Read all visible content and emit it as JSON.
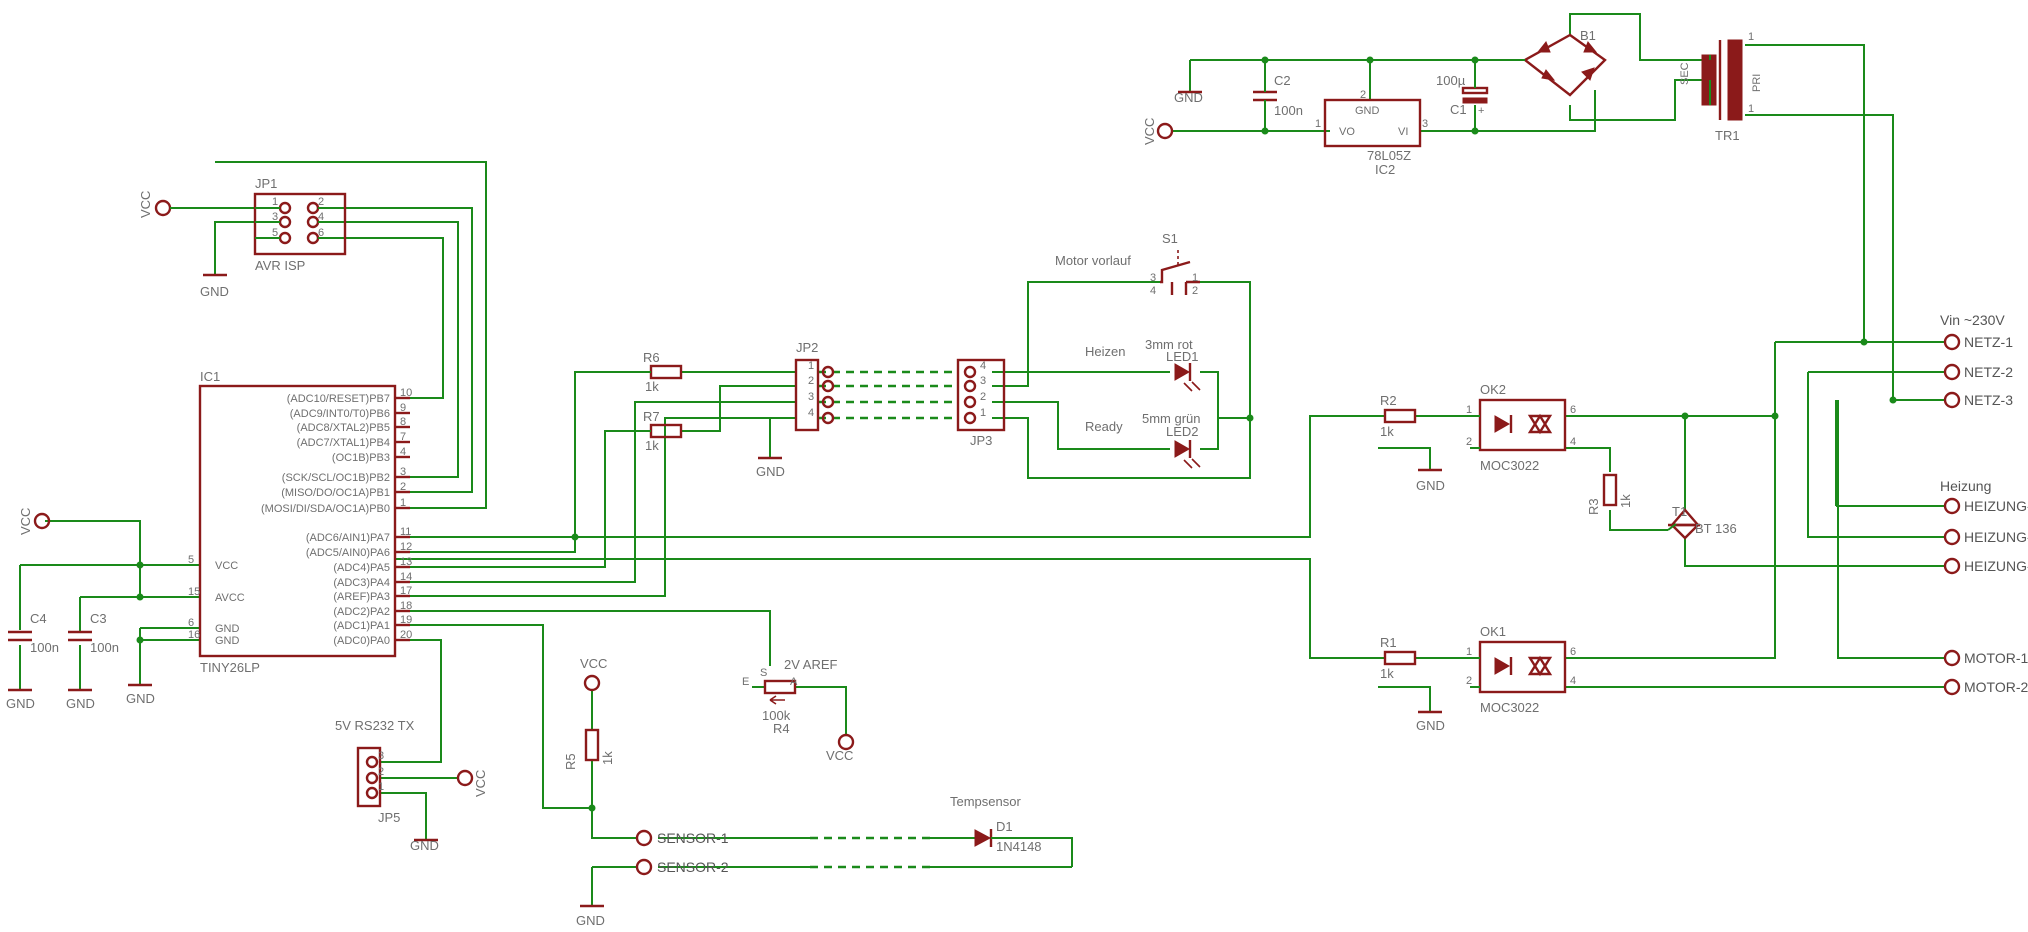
{
  "parts": {
    "ic1": {
      "ref": "IC1",
      "value": "TINY26LP"
    },
    "jp1": {
      "ref": "JP1",
      "value": "AVR ISP"
    },
    "jp2": {
      "ref": "JP2"
    },
    "jp3": {
      "ref": "JP3"
    },
    "jp5": {
      "ref": "JP5",
      "value": "5V RS232 TX"
    },
    "ic2": {
      "ref": "IC2",
      "value": "78L05Z",
      "gnd": "GND",
      "vo": "VO",
      "vi": "VI"
    },
    "b1": {
      "ref": "B1"
    },
    "tr1": {
      "ref": "TR1",
      "sec": "SEC",
      "pri": "PRI"
    },
    "c1": {
      "ref": "C1",
      "value": "100µ"
    },
    "c2": {
      "ref": "C2",
      "value": "100n"
    },
    "c3": {
      "ref": "C3",
      "value": "100n"
    },
    "c4": {
      "ref": "C4",
      "value": "100n"
    },
    "r1": {
      "ref": "R1",
      "value": "1k"
    },
    "r2": {
      "ref": "R2",
      "value": "1k"
    },
    "r3": {
      "ref": "R3",
      "value": "1k"
    },
    "r4": {
      "ref": "R4",
      "value": "100k",
      "title": "2V AREF"
    },
    "r5": {
      "ref": "R5",
      "value": "1k"
    },
    "r6": {
      "ref": "R6",
      "value": "1k"
    },
    "r7": {
      "ref": "R7",
      "value": "1k"
    },
    "s1": {
      "ref": "S1",
      "title": "Motor vorlauf"
    },
    "led1": {
      "ref": "LED1",
      "value": "3mm rot",
      "title": "Heizen"
    },
    "led2": {
      "ref": "LED2",
      "value": "5mm grün",
      "title": "Ready"
    },
    "ok1": {
      "ref": "OK1",
      "value": "MOC3022"
    },
    "ok2": {
      "ref": "OK2",
      "value": "MOC3022"
    },
    "t1": {
      "ref": "T1",
      "value": "BT 136"
    },
    "d1": {
      "ref": "D1",
      "value": "1N4148",
      "title": "Tempsensor"
    }
  },
  "ic1_pins_right": [
    {
      "num": "10",
      "name": "(ADC10/RESET)PB7"
    },
    {
      "num": "9",
      "name": "(ADC9/INT0/T0)PB6"
    },
    {
      "num": "8",
      "name": "(ADC8/XTAL2)PB5"
    },
    {
      "num": "7",
      "name": "(ADC7/XTAL1)PB4"
    },
    {
      "num": "4",
      "name": "(OC1B)PB3"
    },
    {
      "num": "3",
      "name": "(SCK/SCL/OC1B)PB2"
    },
    {
      "num": "2",
      "name": "(MISO/DO/OC1A)PB1"
    },
    {
      "num": "1",
      "name": "(MOSI/DI/SDA/OC1A)PB0"
    },
    {
      "num": "11",
      "name": "(ADC6/AIN1)PA7"
    },
    {
      "num": "12",
      "name": "(ADC5/AIN0)PA6"
    },
    {
      "num": "13",
      "name": "(ADC4)PA5"
    },
    {
      "num": "14",
      "name": "(ADC3)PA4"
    },
    {
      "num": "17",
      "name": "(AREF)PA3"
    },
    {
      "num": "18",
      "name": "(ADC2)PA2"
    },
    {
      "num": "19",
      "name": "(ADC1)PA1"
    },
    {
      "num": "20",
      "name": "(ADC0)PA0"
    }
  ],
  "ic1_pins_left": [
    {
      "num": "5",
      "name": "VCC"
    },
    {
      "num": "15",
      "name": "AVCC"
    },
    {
      "num": "6",
      "name": "GND"
    },
    {
      "num": "16",
      "name": "GND"
    }
  ],
  "supplies": {
    "vcc": "VCC",
    "gnd": "GND"
  },
  "connectors": {
    "netz_header": "Vin ~230V",
    "netz": [
      "NETZ-1",
      "NETZ-2",
      "NETZ-3"
    ],
    "heizung_header": "Heizung",
    "heizung": [
      "HEIZUNG-1",
      "HEIZUNG-2",
      "HEIZUNG-3"
    ],
    "motor": [
      "MOTOR-1",
      "MOTOR-2"
    ],
    "sensor": [
      "SENSOR-1",
      "SENSOR-2"
    ]
  },
  "pin_numbers": {
    "jp1": [
      "1",
      "2",
      "3",
      "4",
      "5",
      "6"
    ],
    "jp2": [
      "1",
      "2",
      "3",
      "4"
    ],
    "jp3": [
      "4",
      "3",
      "2",
      "1"
    ],
    "jp5": [
      "3",
      "2",
      "1"
    ],
    "s1": [
      "3",
      "1",
      "4",
      "2"
    ],
    "ok": [
      "1",
      "2",
      "6",
      "4"
    ],
    "ic2": [
      "1",
      "2",
      "3"
    ],
    "tr": [
      "1",
      "1"
    ],
    "r4": [
      "E",
      "S",
      "A"
    ]
  },
  "colors": {
    "wire": "#1a8a1a",
    "part": "#8b1a1a",
    "text": "#6f6f6f",
    "background": "#ffffff"
  }
}
